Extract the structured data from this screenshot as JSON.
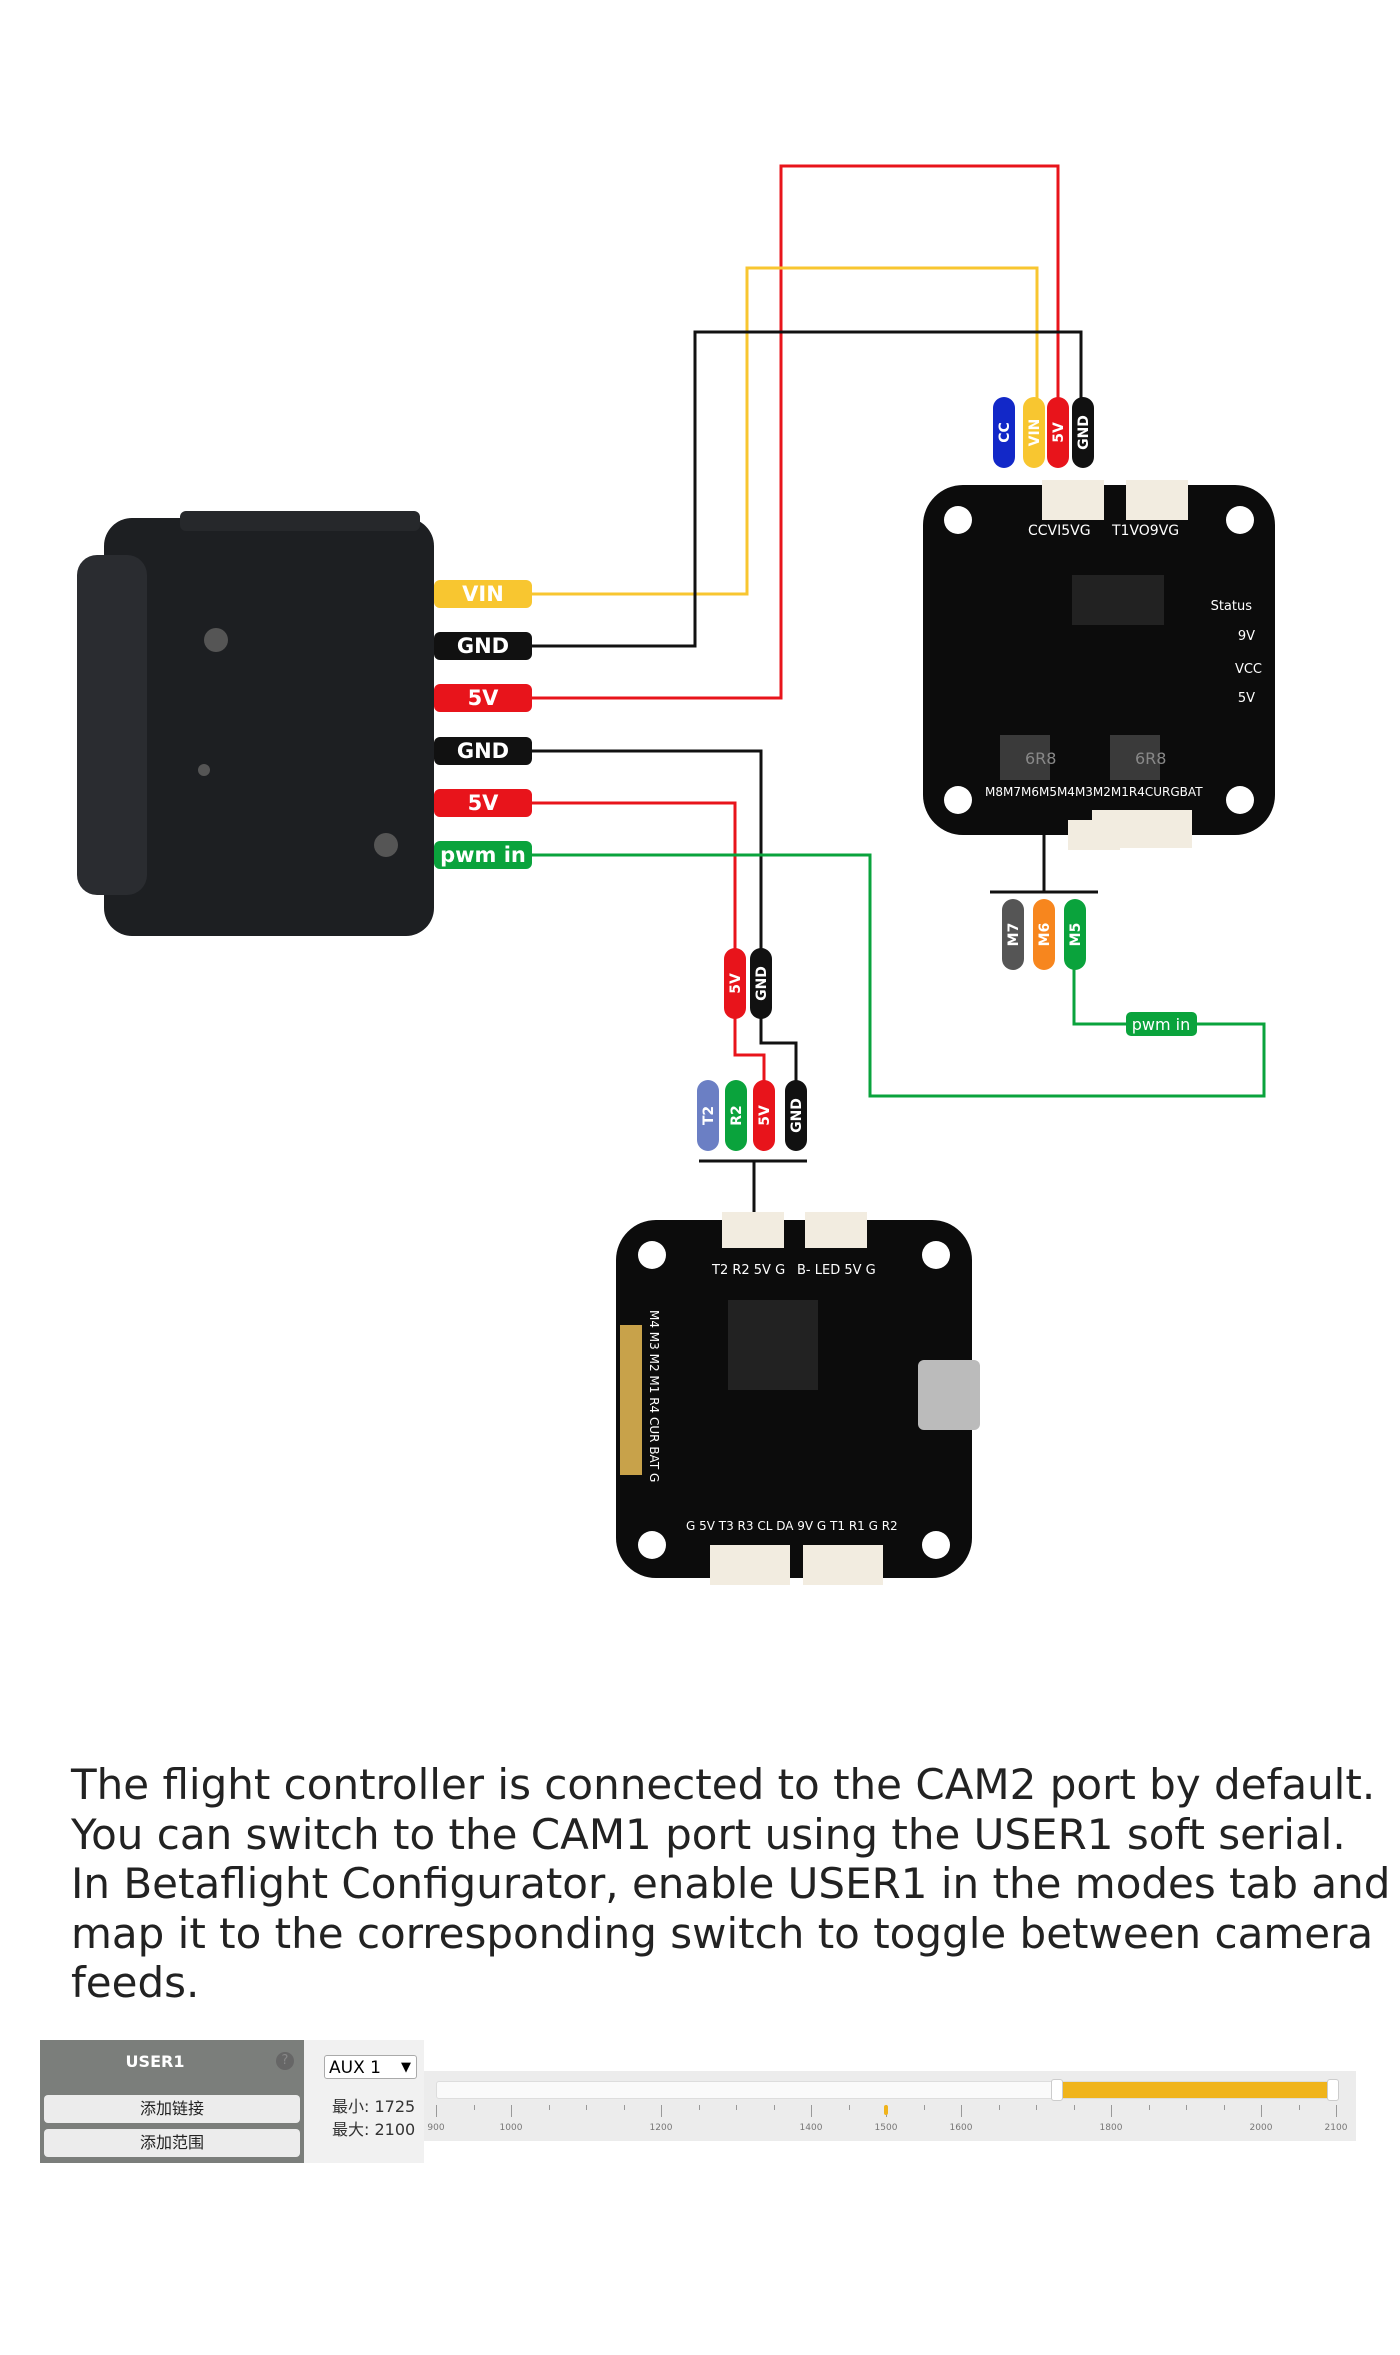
{
  "camera_labels": [
    "VIN",
    "GND",
    "5V",
    "GND",
    "5V",
    "pwm in"
  ],
  "top_board": {
    "pins": [
      "CC",
      "VIN",
      "5V",
      "GND"
    ],
    "pads_top_left": "CCVI5VG",
    "pads_top_right": "T1VO9VG",
    "leds": [
      "Status",
      "9V",
      "VCC",
      "5V"
    ],
    "pads_bottom": "M8M7M6M5M4M3M2M1R4CURGBAT",
    "inductor": "6R8",
    "motor_pins": [
      "M7",
      "M6",
      "M5"
    ]
  },
  "pwm_label": "pwm in",
  "mid_pins": [
    "5V",
    "GND"
  ],
  "bottom_board": {
    "pins": [
      "T2",
      "R2",
      "5V",
      "GND"
    ],
    "pads_top_left": "T2 R2 5V G",
    "pads_top_right": "B- LED 5V G",
    "pads_side": "M4 M3 M2 M1 R4 CUR BAT G",
    "pads_bottom": "G 5V T3 R3 CL DA 9V G T1 R1 G R2"
  },
  "description": [
    "The flight controller is connected to the CAM2 port by default.",
    "You can switch to the CAM1 port using the USER1 soft serial.",
    "In Betaflight Configurator, enable USER1 in the modes tab and",
    "map it to the corresponding switch to toggle between camera",
    "feeds."
  ],
  "modes": {
    "mode_name": "USER1",
    "help": "?",
    "add_link": "添加链接",
    "add_range": "添加范围",
    "channel": "AUX 1",
    "min_label": "最小: 1725",
    "max_label": "最大: 2100",
    "range_min": 1725,
    "range_max": 2100,
    "current_value": 1500,
    "scale_min": 900,
    "scale_max": 2100,
    "tick_labels": [
      "900",
      "1000",
      "1200",
      "1400",
      "1500",
      "1600",
      "1800",
      "2000",
      "2100"
    ],
    "fill_color": "#f0b41c"
  },
  "colors": {
    "red": "#e8141b",
    "yellow": "#f8c630",
    "black": "#111111",
    "green": "#0aa33c",
    "blue": "#1228c8",
    "purple": "#6b7fc4",
    "orange": "#f7861e",
    "gray": "#555555"
  }
}
